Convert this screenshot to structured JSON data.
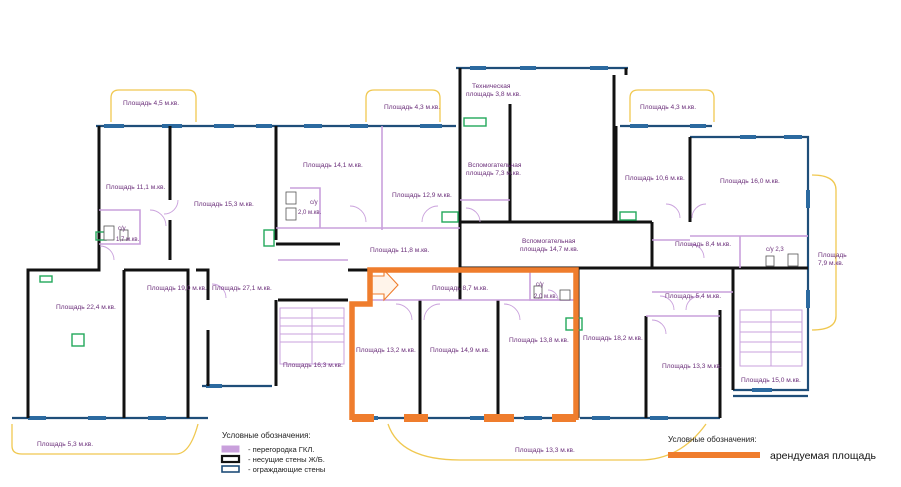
{
  "colors": {
    "partition": "#c9a0dc",
    "load_wall": "#111111",
    "enclosing_wall": "#1f4e79",
    "rented_area": "#ef7d2d",
    "balcony": "#f0c850",
    "fixture": "#22a85a",
    "text": "#6b2f7a"
  },
  "rooms": {
    "balcony_top_left": "Площадь 4,5 м.кв.",
    "balcony_top_mid": "Площадь 4,3 м.кв.",
    "balcony_top_right": "Площадь 4,3 м.кв.",
    "tech_area_l1": "Техническая",
    "tech_area_l2": "площадь 3,8 м.кв.",
    "room_11_1": "Площадь 11,1 м.кв.",
    "room_15_3": "Площадь 15,3 м.кв.",
    "room_14_1": "Площадь 14,1 м.кв.",
    "room_12_9": "Площадь 12,9 м.кв.",
    "aux_7_3_l1": "Вспомогательная",
    "aux_7_3_l2": "площадь 7,3 м.кв.",
    "room_10_6": "Площадь 10,6 м.кв.",
    "room_16_0": "Площадь 16,0 м.кв.",
    "wc_2_0_top_l1": "с/у",
    "wc_2_0_top_l2": "2,0 м.кв.",
    "wc_1_7_l1": "с/у",
    "wc_1_7_l2": "1,7 м.кв.",
    "room_11_8": "Площадь 11,8 м.кв.",
    "aux_14_7_l1": "Вспомогательная",
    "aux_14_7_l2": "площадь 14,7 м.кв.",
    "room_8_4": "Площадь 8,4 м.кв.",
    "wc_2_3": "с/у 2,3",
    "room_7_9_l1": "Площадь",
    "room_7_9_l2": "7,9 м.кв.",
    "room_22_4": "Площадь 22,4 м.кв.",
    "room_19_0": "Площадь 19,0 м.кв.",
    "room_27_1": "Площадь 27,1 м.кв.",
    "room_8_7": "Площадь 8,7 м.кв.",
    "wc_2_0_mid_l1": "с/у",
    "wc_2_0_mid_l2": "2,0 м.кв.",
    "room_5_4": "Площадь 5,4 м.кв.",
    "room_13_2": "Площадь 13,2 м.кв.",
    "room_14_9": "Площадь 14,9 м.кв.",
    "room_13_8": "Площадь 13,8 м.кв.",
    "room_18_2": "Площадь 18,2 м.кв.",
    "room_16_3": "Площадь 16,3 м.кв.",
    "room_13_3": "Площадь 13,3 м.кв.",
    "room_15_0": "Площадь 15,0 м.кв.",
    "balcony_bottom_left": "Площадь 5,3 м.кв.",
    "balcony_bottom_mid": "Площадь 13,3 м.кв."
  },
  "legend": {
    "title": "Условные обозначения:",
    "partition": "- перегородка ГКЛ.",
    "load_wall": "- несущие стены Ж/Б.",
    "enclosing_wall": "- ограждающие стены",
    "title2": "Условные обозначения:",
    "rented": "арендуемая площадь"
  }
}
